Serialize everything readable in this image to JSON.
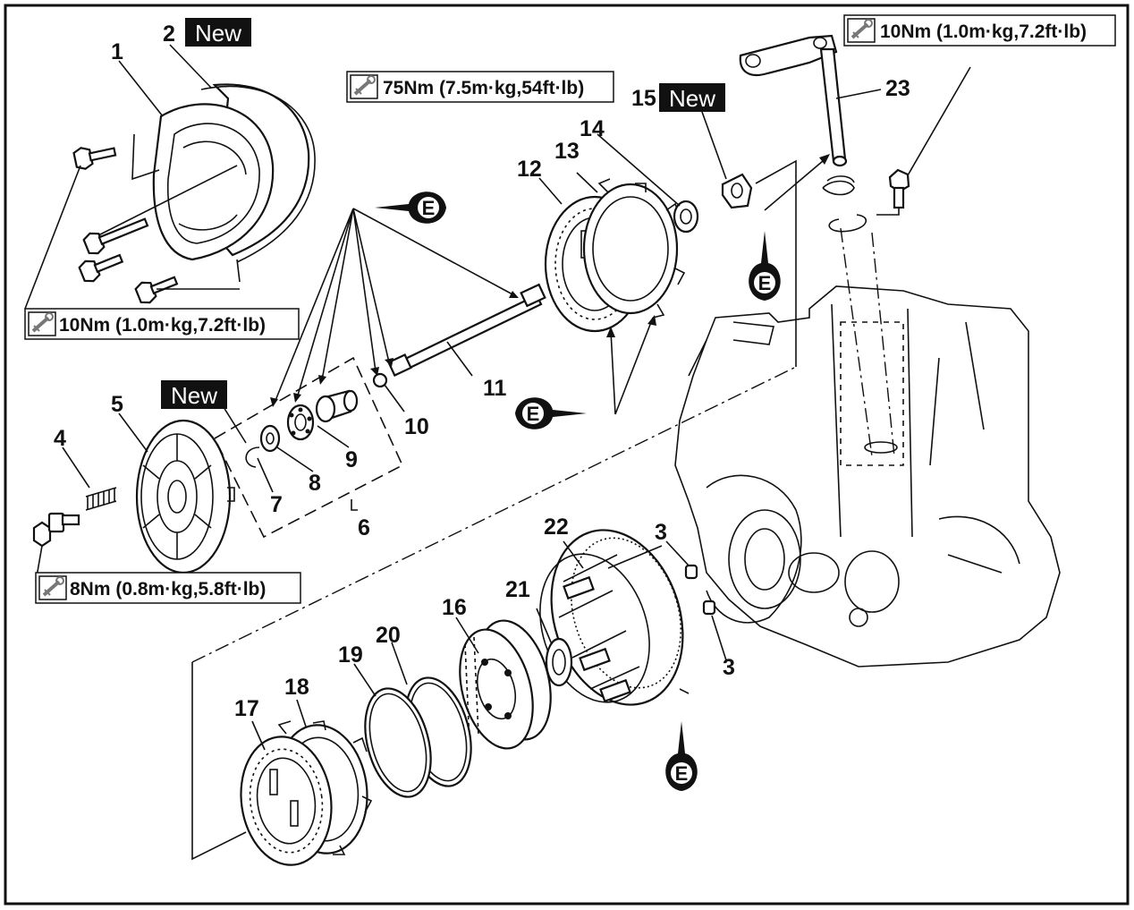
{
  "torque_specs": [
    {
      "id": "t-cover",
      "text": "10Nm (1.0m·kg,7.2ft·lb)"
    },
    {
      "id": "t-spring",
      "text": "8Nm (0.8m·kg,5.8ft·lb)"
    },
    {
      "id": "t-nut",
      "text": "75Nm (7.5m·kg,54ft·lb)"
    },
    {
      "id": "t-shaft",
      "text": "10Nm (1.0m·kg,7.2ft·lb)"
    }
  ],
  "new_label": "New",
  "oil_symbol": "E",
  "part_numbers": [
    "1",
    "2",
    "3",
    "3",
    "4",
    "5",
    "6",
    "7",
    "8",
    "9",
    "10",
    "11",
    "12",
    "13",
    "14",
    "15",
    "16",
    "17",
    "18",
    "19",
    "20",
    "21",
    "22",
    "23"
  ]
}
